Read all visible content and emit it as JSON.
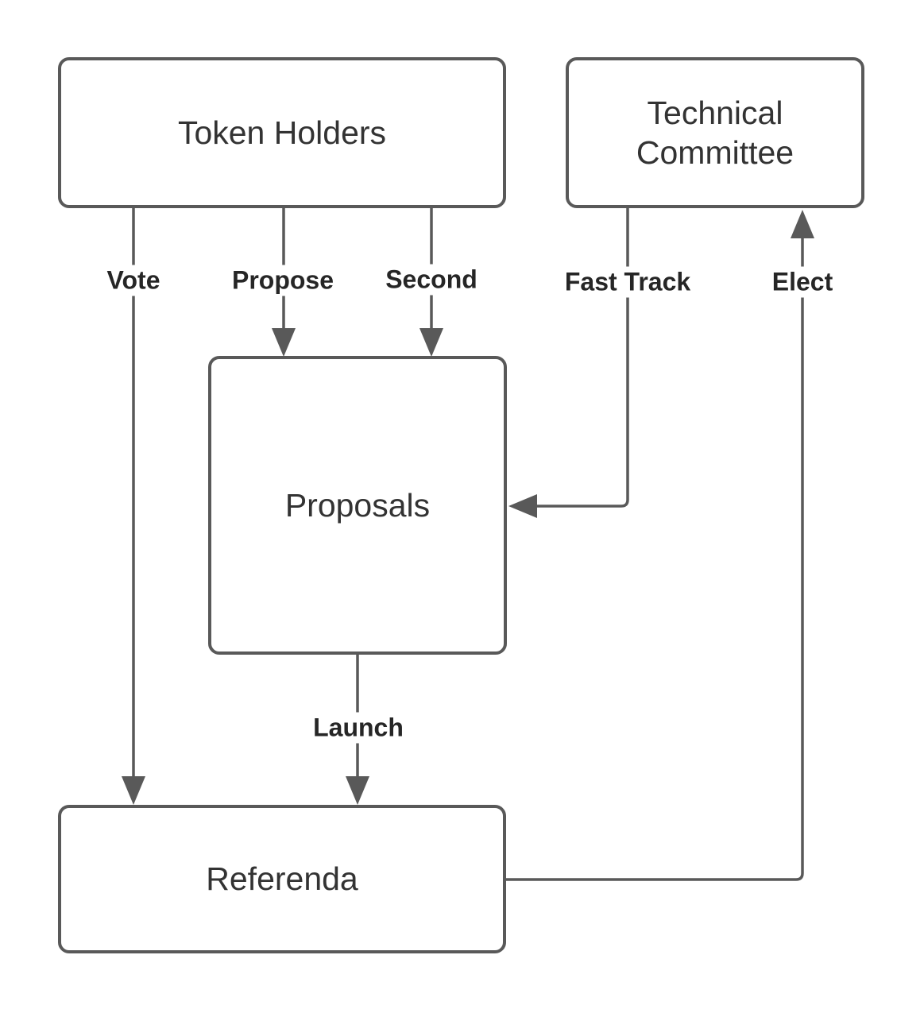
{
  "diagram": {
    "colors": {
      "stroke": "#595959",
      "node_text": "#333333",
      "edge_label_text": "#262626",
      "background": "#ffffff"
    },
    "nodes": [
      {
        "id": "token-holders",
        "label": "Token Holders"
      },
      {
        "id": "technical-committee",
        "label": "Technical Committee"
      },
      {
        "id": "proposals",
        "label": "Proposals"
      },
      {
        "id": "referenda",
        "label": "Referenda"
      }
    ],
    "edges": [
      {
        "id": "vote",
        "label": "Vote",
        "from": "token-holders",
        "to": "referenda"
      },
      {
        "id": "propose",
        "label": "Propose",
        "from": "token-holders",
        "to": "proposals"
      },
      {
        "id": "second",
        "label": "Second",
        "from": "token-holders",
        "to": "proposals"
      },
      {
        "id": "fast-track",
        "label": "Fast Track",
        "from": "technical-committee",
        "to": "proposals"
      },
      {
        "id": "elect",
        "label": "Elect",
        "from": "referenda",
        "to": "technical-committee"
      },
      {
        "id": "launch",
        "label": "Launch",
        "from": "proposals",
        "to": "referenda"
      }
    ]
  }
}
